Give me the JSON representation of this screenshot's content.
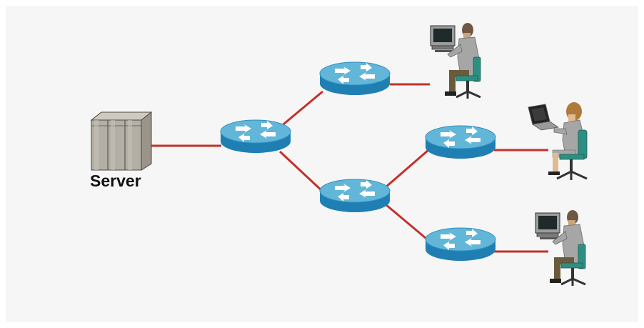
{
  "diagram": {
    "server_label": "Server",
    "colors": {
      "link": "#c4302b",
      "router_top": "#62b6d8",
      "router_side": "#1f7fb2",
      "router_arrow": "#ffffff",
      "server_body": "#b3aea6",
      "person_shirt": "#a6a6a6",
      "chair": "#2d8f82"
    },
    "nodes": [
      {
        "id": "server",
        "kind": "server"
      },
      {
        "id": "router-core",
        "kind": "router"
      },
      {
        "id": "router-top",
        "kind": "router"
      },
      {
        "id": "router-mid",
        "kind": "router"
      },
      {
        "id": "router-right-mid",
        "kind": "router"
      },
      {
        "id": "router-right-bottom",
        "kind": "router"
      },
      {
        "id": "user-top",
        "kind": "user-desktop"
      },
      {
        "id": "user-mid",
        "kind": "user-laptop"
      },
      {
        "id": "user-bottom",
        "kind": "user-desktop"
      }
    ],
    "links": [
      [
        "server",
        "router-core"
      ],
      [
        "router-core",
        "router-top"
      ],
      [
        "router-core",
        "router-mid"
      ],
      [
        "router-top",
        "user-top"
      ],
      [
        "router-mid",
        "router-right-mid"
      ],
      [
        "router-mid",
        "router-right-bottom"
      ],
      [
        "router-right-mid",
        "user-mid"
      ],
      [
        "router-right-bottom",
        "user-bottom"
      ]
    ]
  }
}
